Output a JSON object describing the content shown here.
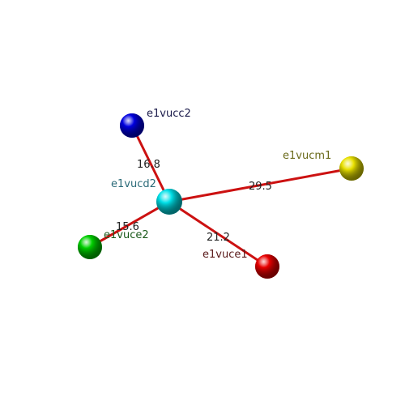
{
  "diagram": {
    "nodes": [
      {
        "id": "e1vucd2",
        "label": "e1vucd2",
        "color": "#00e0e8",
        "label_color": "#2a6a78"
      },
      {
        "id": "e1vucc2",
        "label": "e1vucc2",
        "color": "#0000e0",
        "label_color": "#1a1a4a"
      },
      {
        "id": "e1vucm1",
        "label": "e1vucm1",
        "color": "#e8e000",
        "label_color": "#6a6a1a"
      },
      {
        "id": "e1vuce2",
        "label": "e1vuce2",
        "color": "#00d000",
        "label_color": "#1a5a1a"
      },
      {
        "id": "e1vuce1",
        "label": "e1vuce1",
        "color": "#e80000",
        "label_color": "#5a1a1a"
      }
    ],
    "edges": [
      {
        "from": "e1vucd2",
        "to": "e1vucc2",
        "label": "16.8"
      },
      {
        "from": "e1vucd2",
        "to": "e1vucm1",
        "label": "29.5"
      },
      {
        "from": "e1vucd2",
        "to": "e1vuce2",
        "label": "15.6"
      },
      {
        "from": "e1vucd2",
        "to": "e1vuce1",
        "label": "21.2"
      }
    ],
    "edge_color": "#cc1111"
  }
}
